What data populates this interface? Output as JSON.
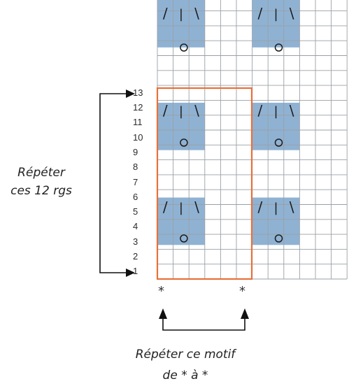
{
  "row_labels": [
    "13",
    "12",
    "11",
    "10",
    "9",
    "8",
    "7",
    "6",
    "5",
    "4",
    "3",
    "2",
    "1"
  ],
  "left_repeat_text": [
    "Répéter",
    "ces 12 rgs"
  ],
  "bottom_repeat_text": [
    "Répéter ce motif",
    "de * à *"
  ],
  "asterisks": [
    "*",
    "*"
  ],
  "colors": {
    "blue_fill": "#8fb2d3",
    "grid_line": "#9aa0a6",
    "repeat_outline": "#e8703a",
    "symbol": "#1c1c1c",
    "arrow": "#111111"
  },
  "symbols": {
    "k2tog": "/",
    "knit": "|",
    "ssk": "\\",
    "yarn_over": "O"
  }
}
